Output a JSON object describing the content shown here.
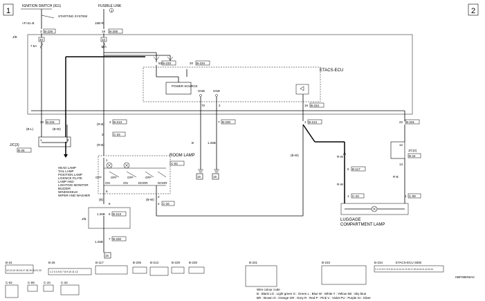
{
  "page": {
    "number_left": "1",
    "number_right": "2",
    "drawing_code": "HBF08E06AC"
  },
  "top": {
    "ignition_label": "IGNITION SWITCH (IG1)",
    "starting_system": "STARTING SYSTEM",
    "fusible_link": "FUSIBLE LINK",
    "fusible_link_num": "1",
    "wire_2lb": "<F>2L-B",
    "wire_15br": "15B-R",
    "jb": "J/B",
    "etacs": "ETACS-ECU",
    "power_source": "POWER SOURCE",
    "gnd1": "GND",
    "gnd2": "GND"
  },
  "fuses": {
    "f40": "40",
    "f40_amp": "7.5A",
    "f10": "10",
    "f10_amp": "10A"
  },
  "pins": {
    "p3": "3",
    "p3_conn": "B-229",
    "p18": "18",
    "p18_conn": "B-208",
    "p52": "52",
    "p52_conn": "B-233",
    "p20": "20",
    "p20_conn": "B-234",
    "p70": "70",
    "p2": "2",
    "p16": "16",
    "p16_conn": "B-234",
    "p30": "30",
    "p30_conn": "B-231",
    "p4": "4",
    "p4_conn": "B-213",
    "p3b": "3",
    "p3b_conn": "C-34",
    "p7": "7",
    "p7_conn": "B-230",
    "p1": "1",
    "p1_conn": "B-213",
    "p22": "22",
    "p22_conn": "B-231",
    "p5": "5",
    "p5_conn": "B-117",
    "p1c": "1",
    "p1c_conn": "C-10",
    "p1d": "1",
    "p1d_conn": "C-09",
    "p4b": "4",
    "p4b_conn": "C-34",
    "p5b": "5",
    "p5b_conn": "B-213",
    "p7b": "7",
    "p7b_conn": "B-230",
    "jc3_num_a": "1",
    "jc3_num_b": "4",
    "jc2_num_a": "12",
    "jc2_num_b": "13",
    "room_p1": "1",
    "room_p2": "2",
    "room_6": "6",
    "room_3": "3",
    "lug_3": "3"
  },
  "wires": {
    "bl": "(B-L)",
    "bw": "(B-W)",
    "rb1": "(R-B)",
    "rb2": "(R-B)",
    "b_room": "(B)",
    "bw2": "(B-W)",
    "bw3": "(B-W)",
    "rw1": "R-W",
    "rw2": "R-W",
    "rb3": "R-B",
    "b125": "B",
    "b125v": "1.25B",
    "b125b": "1.25B",
    "b125c": "1.25B",
    "b_left": "B"
  },
  "jc3": {
    "label": "J/C(3)",
    "conn": "B-26"
  },
  "jc2": {
    "label": "J/C(2)",
    "conn": "B-24"
  },
  "room_lamp": {
    "label": "ROOM LAMP",
    "conn": "C-02"
  },
  "room_switch": {
    "off1": "OFF",
    "on1": "ON",
    "off2": "OFF",
    "on2": "ON",
    "off3": "OFF",
    "door": "DOOR",
    "off4": "OFF",
    "door2": "DOOR"
  },
  "jb_bottom": "J/B",
  "headlamp_list": [
    "HEAD LAMP",
    "TAIL LAMP",
    "POSITION LAMP",
    "LICENCE PLATE",
    "LAMP AND",
    "LIGHTING MONITOR",
    "BUZZER",
    "WINDSHIELD",
    "WIPER AND WASHER"
  ],
  "luggage": {
    "line1": "LUGGAGE",
    "line2": "COMPARTMENT LAMP"
  },
  "ground_labels": [
    "15",
    "15",
    "15"
  ],
  "connector_legend": {
    "row1": [
      "B-24",
      "B-26",
      "B-117",
      "B-206",
      "B-213",
      "B-229",
      "B-230",
      "B-231",
      "B-233",
      "B-234"
    ],
    "row2": [
      "C-02",
      "C-09",
      "C-10",
      "C-34"
    ],
    "etacs_side": "ETACS-ECU SIDE",
    "b24_pins": "12 13 14 15 16 17 18 19 20 21 22",
    "b26_pins": "1 2 3 4 5 6 7 8 9 10 11 12",
    "b234_pins": "1 2 3 4 5 6 7 8 9 10 11 12 13 14 15 16 17 18 19 20 21 22 23 24"
  },
  "wire_color_code": {
    "title": "Wire colour code",
    "line1": "B : Black    LG : Light green    G : Green    L : Blue    W : White    Y : Yellow    SB : Sky blue",
    "line2": "BR : Brown    O : Orange    GR : Grey    R : Red    P : Pink    V : Violet    PU : Purple    SI : Silver"
  }
}
